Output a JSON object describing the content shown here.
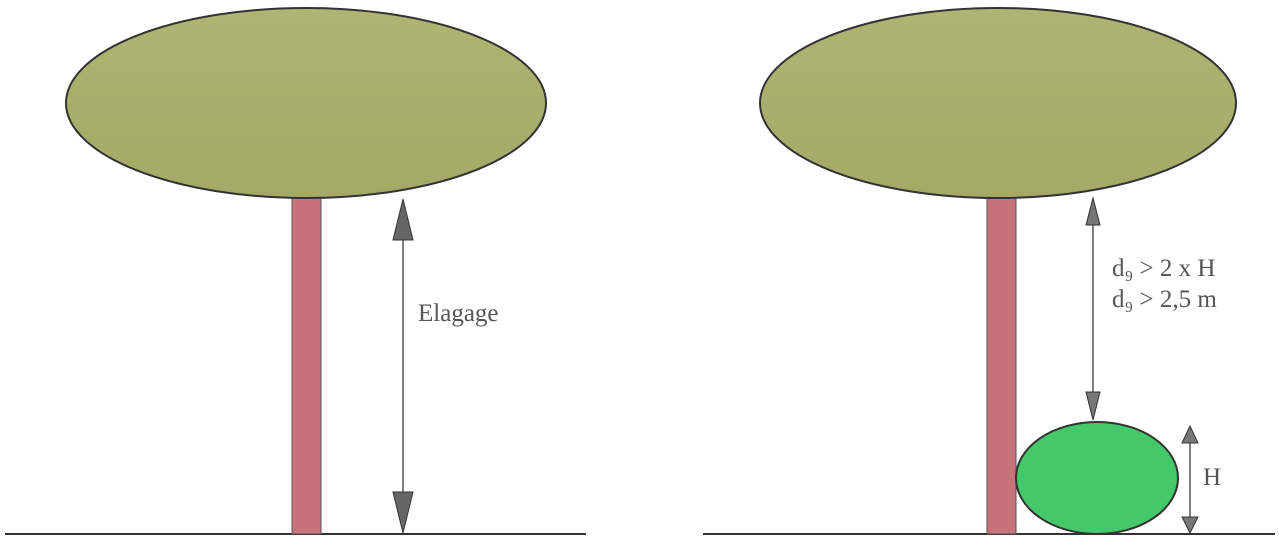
{
  "left_figure": {
    "label": "Elagage"
  },
  "right_figure": {
    "condition_line_1": "d₉ > 2 x H",
    "condition_line_2": "d₉ > 2,5 m",
    "height_label": "H"
  },
  "colors": {
    "crown": "#a9b06c",
    "trunk": "#c8727a",
    "shrub": "#44c86a",
    "line": "#333333",
    "arrow": "#555555"
  }
}
